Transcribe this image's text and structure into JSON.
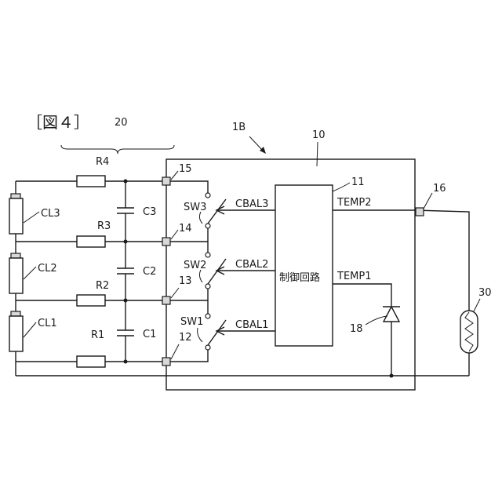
{
  "figure": {
    "title": "［図４］"
  },
  "labels": {
    "block20": "20",
    "device": "1B",
    "ctrl_block": "10",
    "ctrl_circuit": "11",
    "ctrl_circuit_text": "制御回路",
    "t15": "15",
    "t14": "14",
    "t13": "13",
    "t12": "12",
    "t16": "16",
    "diode_ref": "18",
    "thermistor_ref": "30",
    "R4": "R4",
    "R3": "R3",
    "R2": "R2",
    "R1": "R1",
    "C3": "C3",
    "C2": "C2",
    "C1": "C1",
    "CL3": "CL3",
    "CL2": "CL2",
    "CL1": "CL1",
    "SW3": "SW3",
    "SW2": "SW2",
    "SW1": "SW1",
    "CBAL3": "CBAL3",
    "CBAL2": "CBAL2",
    "CBAL1": "CBAL1",
    "TEMP2": "TEMP2",
    "TEMP1": "TEMP1"
  }
}
